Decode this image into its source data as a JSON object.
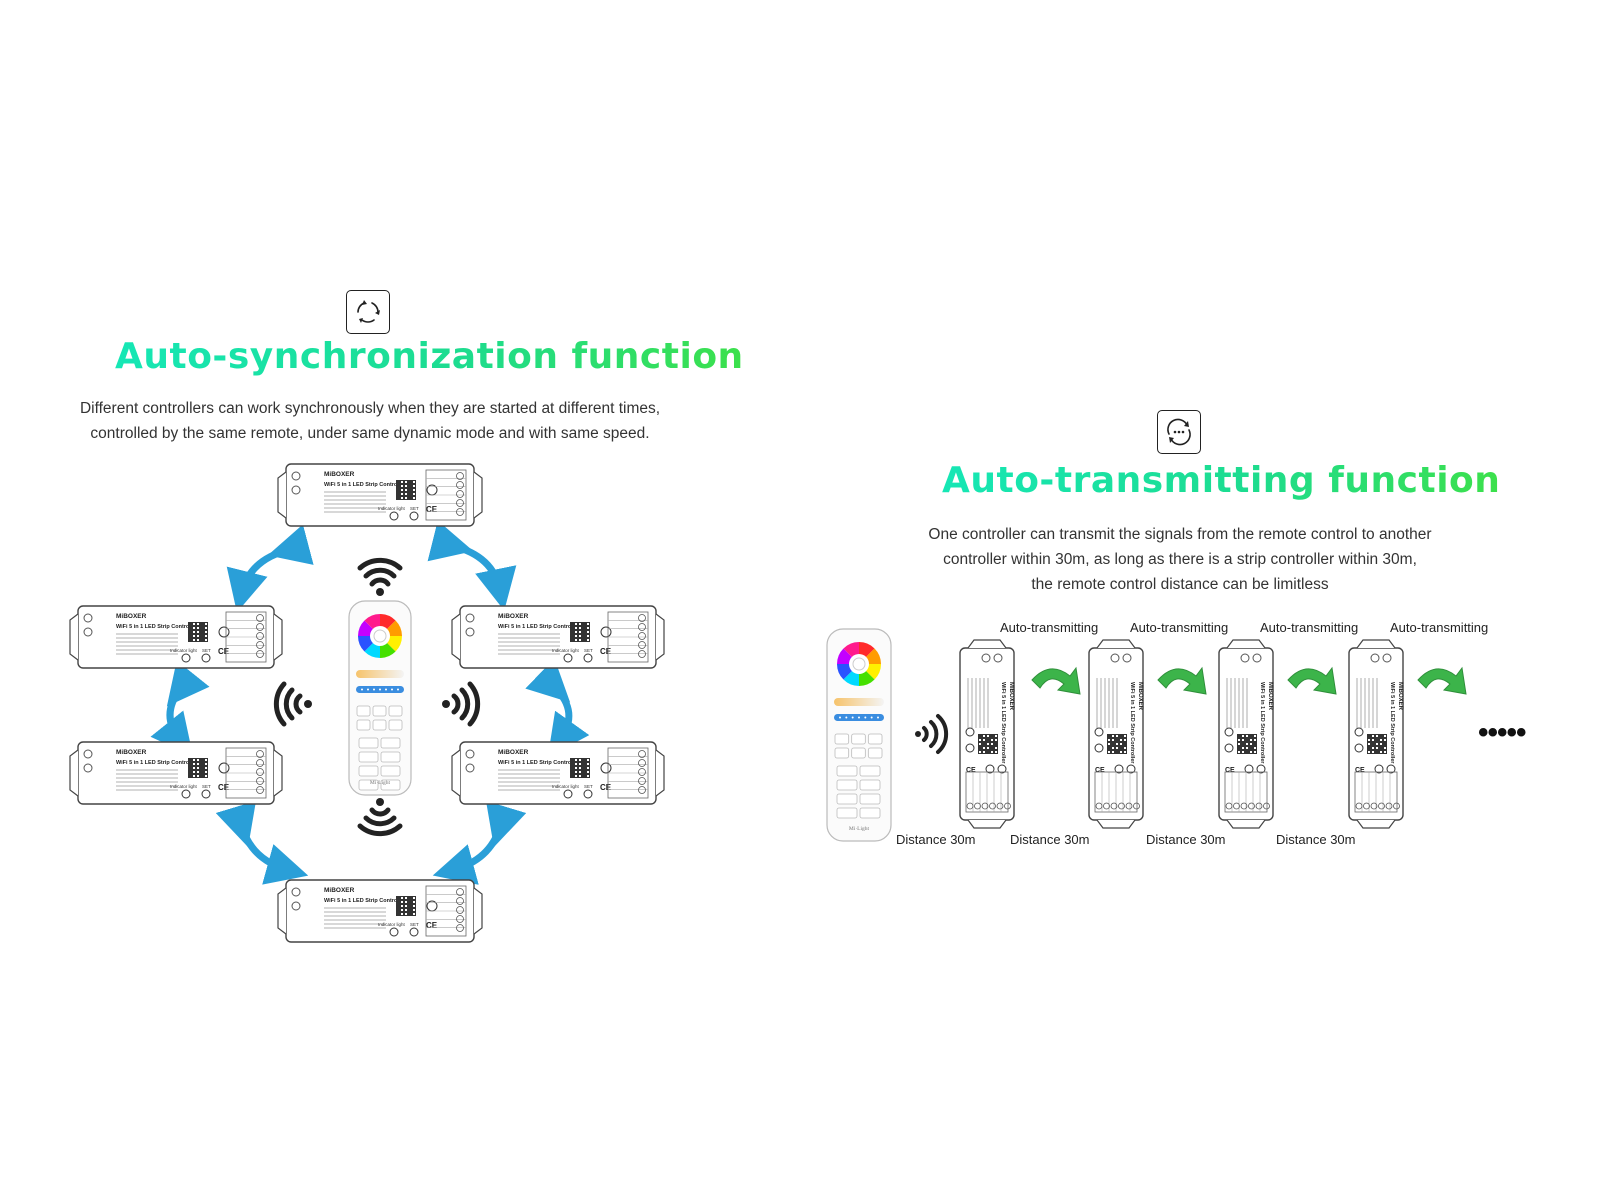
{
  "sync": {
    "icon": "sync-cycle-icon",
    "title": "Auto-synchronization function",
    "desc_line1": "Different controllers can work synchronously when they are started at different times,",
    "desc_line2": "controlled by the same remote, under same dynamic mode and with same speed."
  },
  "transmit": {
    "icon": "relay-cycle-icon",
    "title": "Auto-transmitting function",
    "desc_line1": "One controller can transmit the signals from the remote control to another",
    "desc_line2": "controller within 30m, as long as there is a strip controller within 30m,",
    "desc_line3": "the remote control distance can be limitless",
    "transmit_labels": [
      "Auto-transmitting",
      "Auto-transmitting",
      "Auto-transmitting",
      "Auto-transmitting"
    ],
    "distance_labels": [
      "Distance 30m",
      "Distance 30m",
      "Distance 30m",
      "Distance 30m"
    ],
    "continuation": "•••••"
  },
  "device": {
    "brand": "MiBOXER",
    "product_name": "WiFi 5 in 1 LED Strip Controller",
    "remote_brand": "Mi·Light",
    "indicator_label": "Indicator light",
    "set_label": "SET"
  },
  "colors": {
    "arrow_blue": "#2a9fd8",
    "arrow_green": "#3cb44a",
    "title_gradient_start": "#16e7b5",
    "title_gradient_end": "#3ce04b"
  }
}
